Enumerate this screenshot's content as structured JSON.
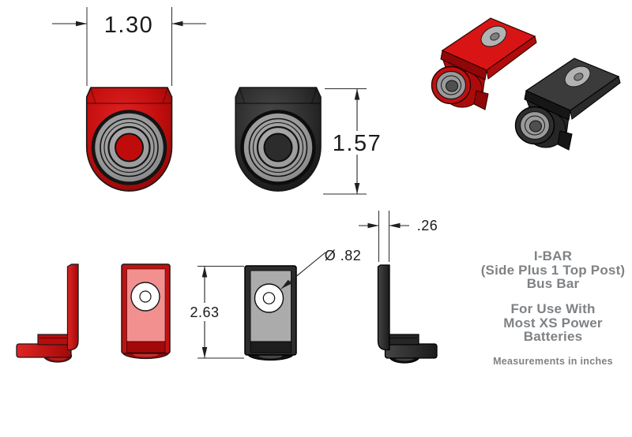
{
  "drawing": {
    "dimensions": {
      "front_width": "1.30",
      "front_height": "1.57",
      "plate_length": "2.63",
      "plate_thickness": ".26",
      "hole_diameter": "Ø .82"
    },
    "info_panel": {
      "product_line1": "I-BAR",
      "product_line2": "(Side Plus 1 Top Post)",
      "product_line3": "Bus Bar",
      "usage_line1": "For Use With",
      "usage_line2": "Most XS Power",
      "usage_line3": "Batteries",
      "note": "Measurements in inches"
    },
    "colors": {
      "positive_red": "#c41111",
      "negative_black": "#2e2e2e",
      "washer_gray": "#9a9a9a",
      "hole_white": "#ffffff",
      "info_text_gray": "#7f8285",
      "dimension_line": "#2b2b2b"
    }
  }
}
